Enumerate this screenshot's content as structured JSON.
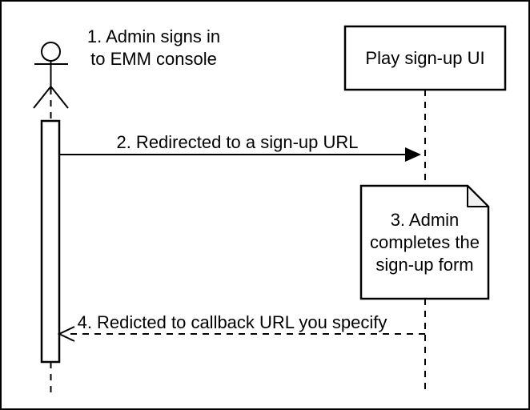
{
  "diagram": {
    "type": "sequence-diagram",
    "colors": {
      "stroke": "#000000",
      "background": "#ffffff",
      "note_fold": "#f2f2f2"
    },
    "participants": [
      {
        "id": "admin-actor",
        "shape": "stick-figure",
        "label": ""
      },
      {
        "id": "play-signup-ui",
        "shape": "box",
        "label": "Play sign-up UI"
      }
    ],
    "steps": [
      {
        "num": 1,
        "kind": "text-annotation",
        "near": "admin-actor",
        "label": "1. Admin signs in\nto EMM console"
      },
      {
        "num": 2,
        "kind": "solid-arrow",
        "from": "admin-actor",
        "to": "play-signup-ui",
        "label": "2. Redirected to a sign-up URL"
      },
      {
        "num": 3,
        "kind": "note",
        "on": "play-signup-ui",
        "label": "3. Admin\ncompletes the\nsign-up form"
      },
      {
        "num": 4,
        "kind": "dashed-arrow",
        "from": "play-signup-ui",
        "to": "admin-actor",
        "label": "4. Redicted to callback URL you specify"
      }
    ]
  }
}
